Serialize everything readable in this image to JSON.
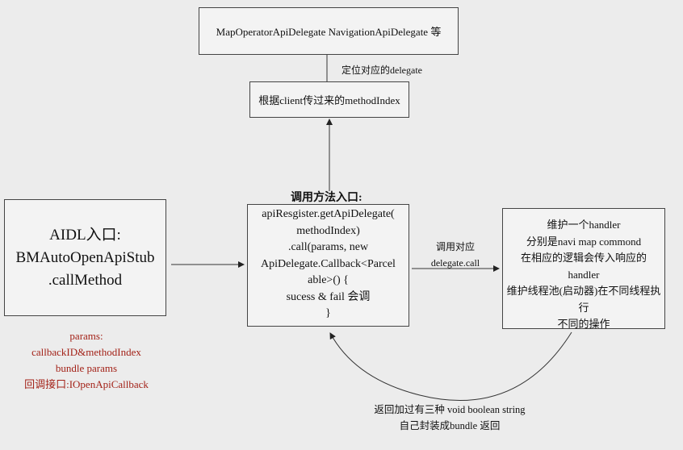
{
  "boxes": {
    "delegates": "MapOperatorApiDelegate NavigationApiDelegate 等",
    "index": "根据client传过来的methodIndex",
    "aidl": [
      "AIDL入口:",
      "BMAutoOpenApiStub",
      ".callMethod"
    ],
    "call_title": "调用方法入口:",
    "call": [
      "apiResgister.getApiDelegate(",
      "methodIndex)",
      ".call(params, new",
      "ApiDelegate.Callback<Parcel",
      "able>() {",
      "sucess  & fail 会调",
      "}"
    ],
    "handler": [
      "维护一个handler",
      "分别是navi map  commond",
      "在相应的逻辑会传入响应的",
      "handler",
      "维护线程池(启动器)在不同线程执行",
      "不同的操作"
    ]
  },
  "labels": {
    "locate": "定位对应的delegate",
    "call_corresponding": [
      "调用对应",
      "delegate.call"
    ],
    "params": [
      "params:",
      "callbackID&methodIndex",
      "bundle params",
      "回调接口:IOpenApiCallback"
    ],
    "return": [
      "返回加过有三种 void  boolean string",
      "自己封装成bundle  返回"
    ]
  },
  "colors": {
    "params_text": "#a32218",
    "box_border": "#444444",
    "background": "#ececec"
  }
}
